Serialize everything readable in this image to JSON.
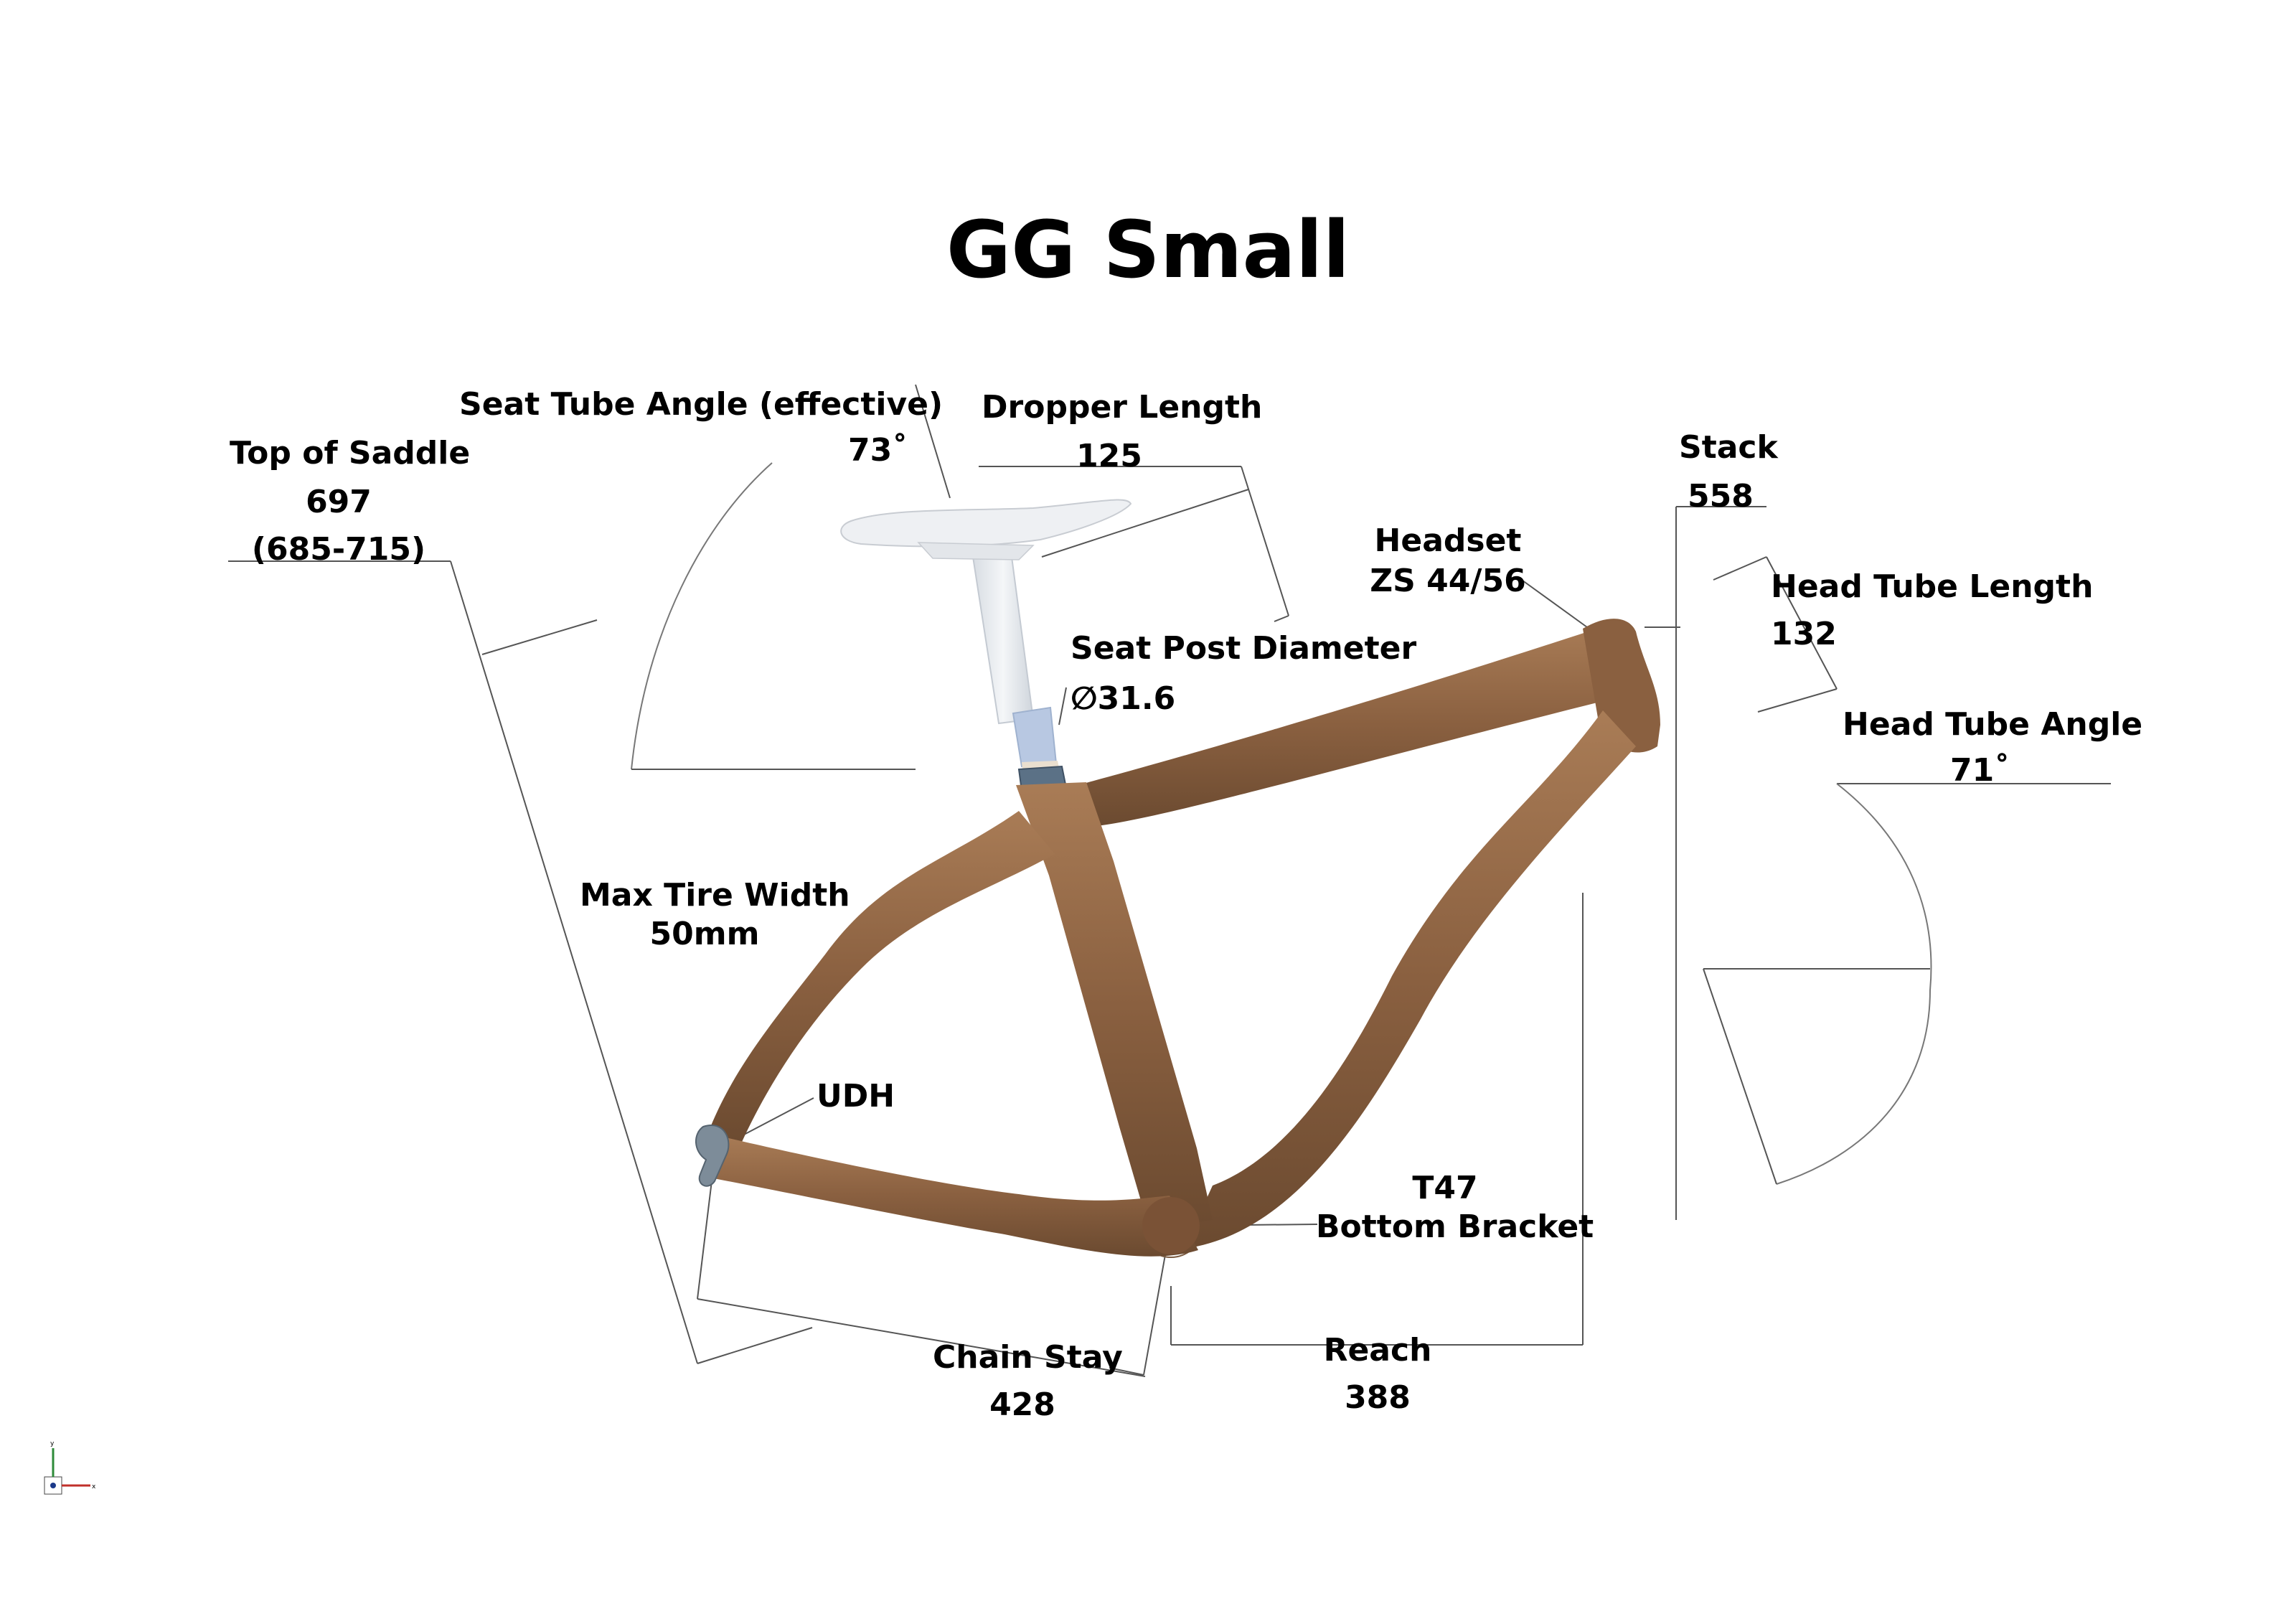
{
  "title": "GG Small",
  "annotations": {
    "seat_tube_angle": {
      "label": "Seat Tube Angle (effective)",
      "value": "73˚"
    },
    "top_of_saddle": {
      "label": "Top of Saddle",
      "value": "697",
      "range": "(685-715)"
    },
    "dropper_length": {
      "label": "Dropper Length",
      "value": "125"
    },
    "stack": {
      "label": "Stack",
      "value": "558"
    },
    "headset": {
      "label": "Headset",
      "value": "ZS 44/56"
    },
    "head_tube_length": {
      "label": "Head Tube Length",
      "value": "132"
    },
    "seat_post_diameter": {
      "label": "Seat Post Diameter",
      "value": "∅31.6"
    },
    "head_tube_angle": {
      "label": "Head Tube Angle",
      "value": "71˚"
    },
    "max_tire_width": {
      "label": "Max Tire Width",
      "value": "50mm"
    },
    "udh": {
      "label": "UDH"
    },
    "bottom_bracket": {
      "label": "T47",
      "value": "Bottom Bracket"
    },
    "chain_stay": {
      "label": "Chain Stay",
      "value": "428"
    },
    "reach": {
      "label": "Reach",
      "value": "388"
    }
  },
  "colors": {
    "frame": "#8a6040",
    "frame_highlight": "#a97c56",
    "frame_shadow": "#5e3e26",
    "seatpost": "#e6eaef",
    "collar": "#5b7186",
    "dimension_lines": "#555555"
  },
  "axis_triad": {
    "x": "x",
    "y": "y"
  }
}
